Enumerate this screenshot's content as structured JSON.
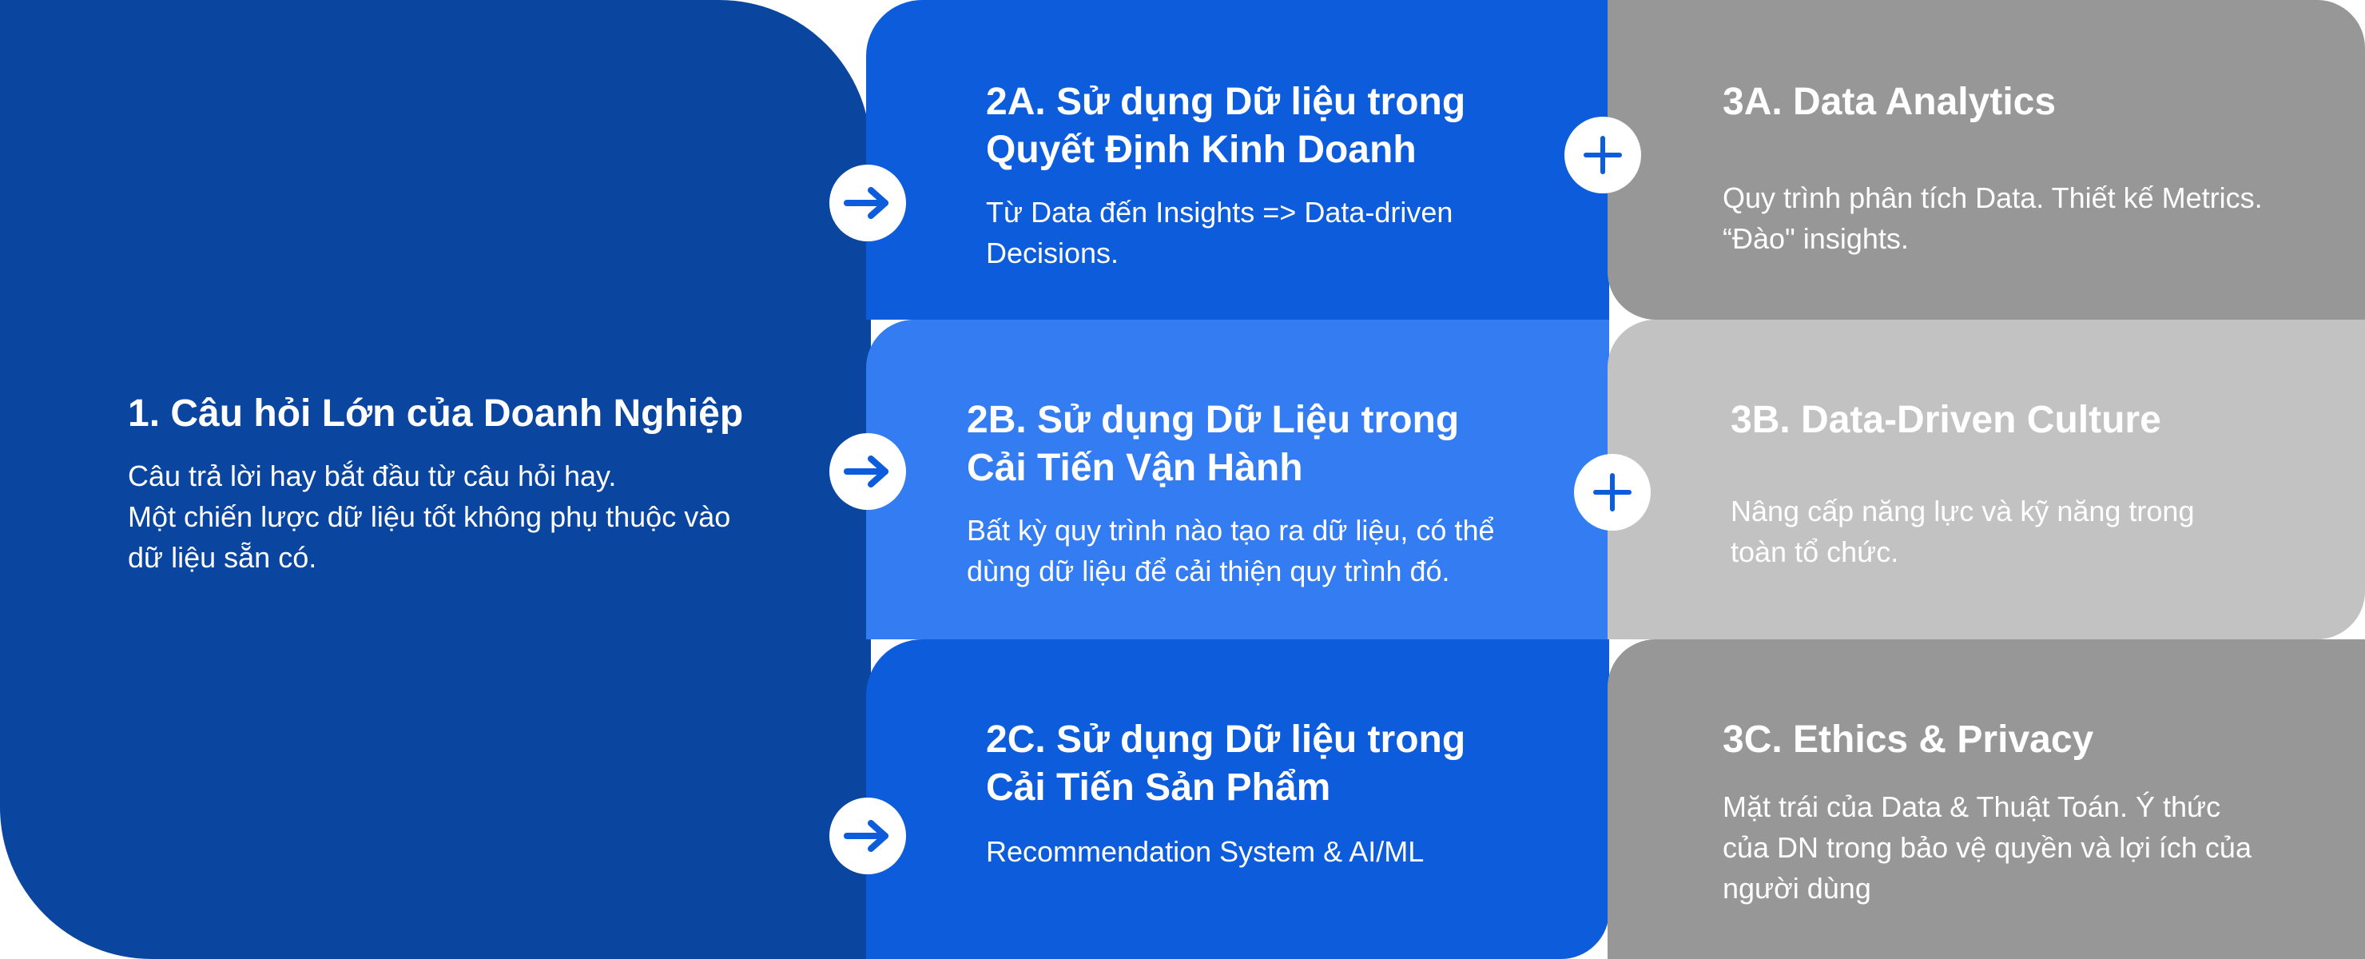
{
  "panel1": {
    "title": "1. Câu hỏi Lớn của Doanh Nghiệp",
    "desc_lines": [
      "Câu trả lời hay bắt đầu từ câu hỏi hay.",
      "Một chiến lược dữ liệu tốt không phụ thuộc vào",
      "dữ liệu sẵn có."
    ]
  },
  "panel2a": {
    "title_lines": [
      "2A. Sử dụng Dữ liệu trong",
      "Quyết Định Kinh Doanh"
    ],
    "desc_lines": [
      "Từ Data đến Insights => Data-driven",
      "Decisions."
    ]
  },
  "panel2b": {
    "title_lines": [
      "2B. Sử dụng Dữ Liệu trong",
      "Cải Tiến Vận Hành"
    ],
    "desc_lines": [
      "Bất kỳ quy trình nào tạo ra dữ liệu, có thể",
      "dùng dữ liệu để cải thiện quy trình đó."
    ]
  },
  "panel2c": {
    "title_lines": [
      "2C. Sử dụng Dữ liệu trong",
      "Cải Tiến Sản Phẩm"
    ],
    "desc_lines": [
      "Recommendation System & AI/ML"
    ]
  },
  "panel3a": {
    "title": "3A. Data Analytics",
    "desc_lines": [
      "Quy trình phân tích Data. Thiết kế Metrics.",
      "“Đào\" insights."
    ]
  },
  "panel3b": {
    "title": "3B. Data-Driven Culture",
    "desc_lines": [
      "Nâng cấp năng lực và kỹ năng trong",
      "toàn tổ chức."
    ]
  },
  "panel3c": {
    "title": "3C. Ethics &  Privacy",
    "desc_lines": [
      "Mặt trái của Data & Thuật Toán. Ý thức",
      "của DN trong bảo vệ quyền và lợi ích của",
      "người dùng"
    ]
  },
  "icons": {
    "arrow": "arrow-right-icon",
    "plus": "plus-icon"
  },
  "colors": {
    "panel1": "#0a45a0",
    "panel2a": "#0c5cdc",
    "panel2b": "#347cf2",
    "panel2c": "#0c5cdc",
    "panel3a": "#979797",
    "panel3b": "#c2c2c2",
    "panel3c": "#979797",
    "icon": "#0c5cdc"
  }
}
